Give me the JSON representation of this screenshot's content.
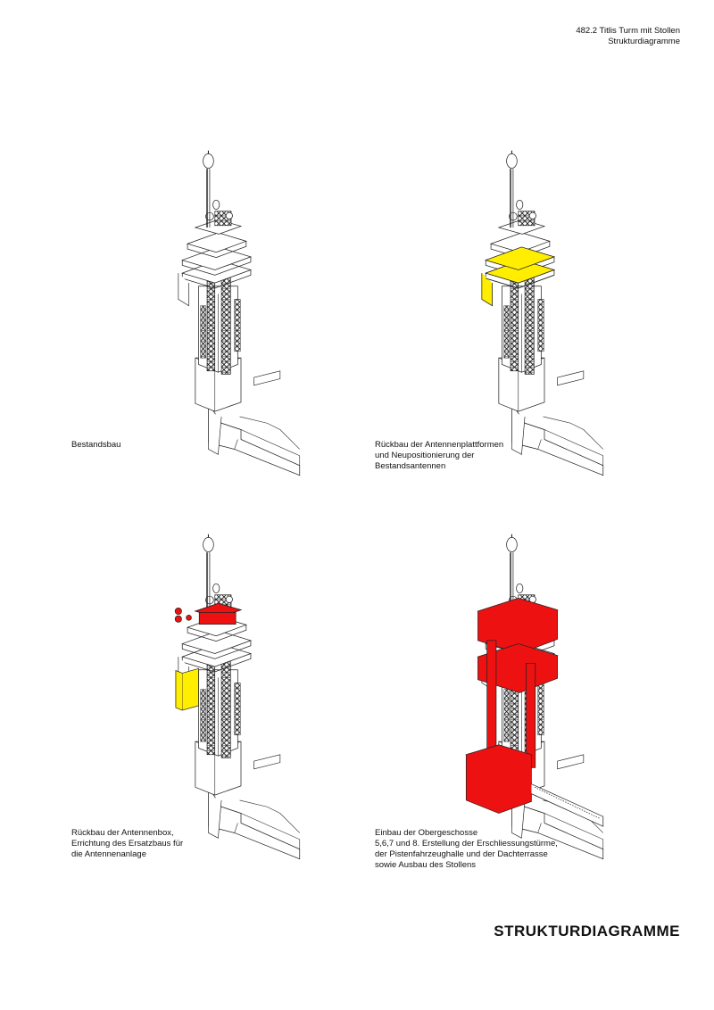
{
  "header": {
    "project_line": "482.2 Titlis Turm mit Stollen",
    "subtitle": "Strukturdiagramme"
  },
  "colors": {
    "line": "#222222",
    "highlight_yellow": "#ffee00",
    "highlight_red": "#ee1111"
  },
  "panels": [
    {
      "caption": "Bestandsbau",
      "highlight": "none"
    },
    {
      "caption": "Rückbau der Antennenplattformen\nund Neupositionierung der\nBestandsantennen",
      "highlight": "yellow-platforms"
    },
    {
      "caption": "Rückbau der Antennenbox,\nErrichtung des Ersatzbaus für\ndie Antennenanlage",
      "highlight": "yellow-box-red-antennas"
    },
    {
      "caption": "Einbau der Obergeschosse\n5,6,7 und 8. Erstellung der Erschliessungstürme,\nder Pistenfahrzeughalle und der Dachterrasse\nsowie Ausbau des Stollens",
      "highlight": "red-new-floors"
    }
  ],
  "footer": {
    "title": "STRUKTURDIAGRAMME"
  }
}
